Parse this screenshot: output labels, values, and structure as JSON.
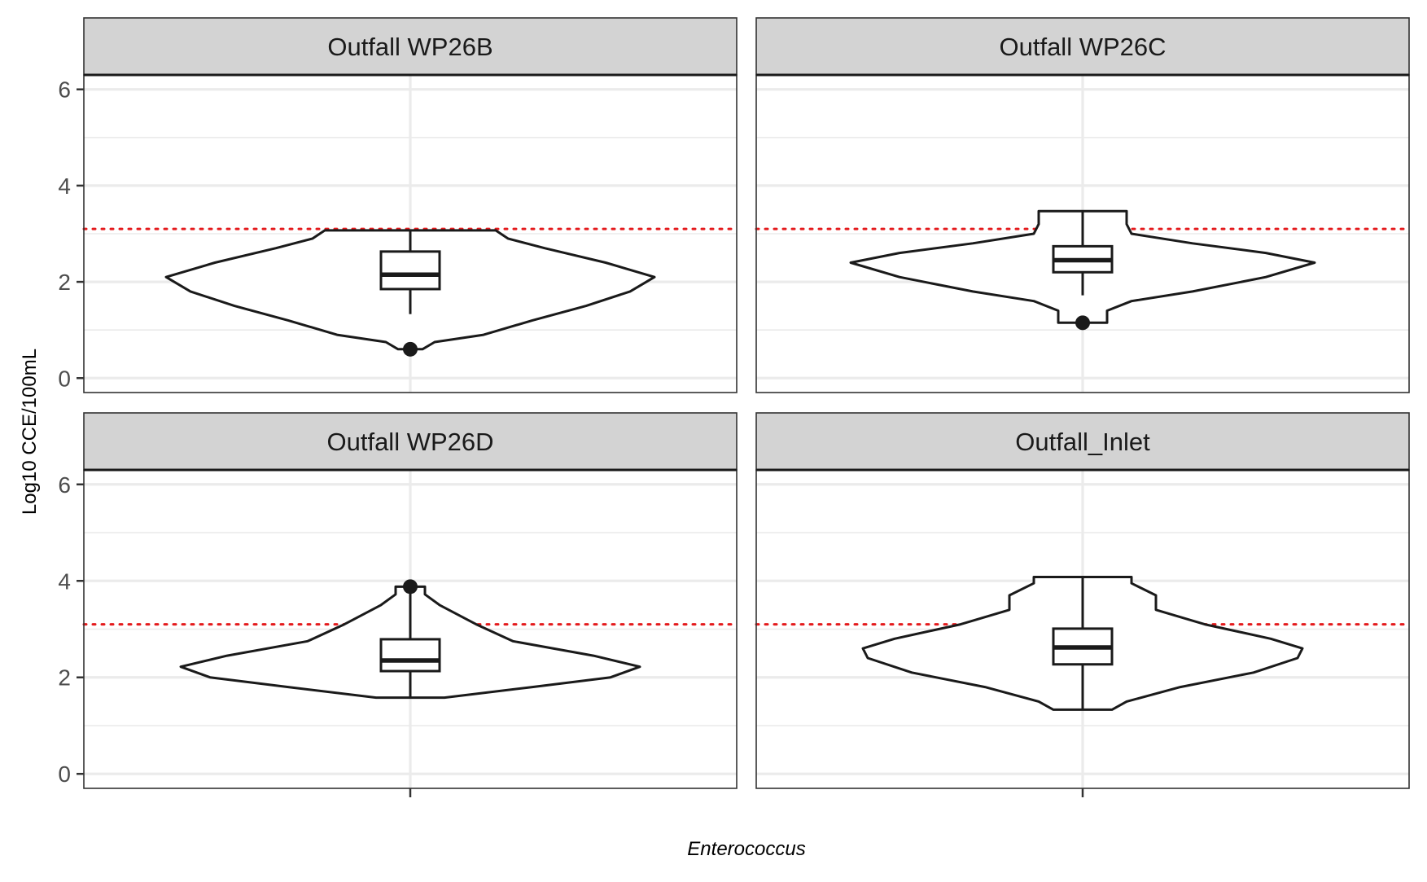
{
  "chart_data": {
    "type": "violin",
    "xlabel": "Enterococcus",
    "ylabel": "Log10 CCE/100mL",
    "ylim": [
      -0.3,
      6.3
    ],
    "yticks": [
      0,
      2,
      4,
      6
    ],
    "ytick_labels": [
      "0",
      "2",
      "4",
      "6"
    ],
    "grid": true,
    "reference_line": {
      "y": 3.1,
      "color": "#e41a1c",
      "style": "dotted"
    },
    "colors": {
      "outline": "#1a1a1a",
      "strip_fill": "#d3d3d3",
      "grid": "#ebebeb",
      "fill": "#ffffff"
    },
    "panels": [
      {
        "label": "Outfall WP26B",
        "box": {
          "whisker_low": 1.33,
          "q1": 1.85,
          "median": 2.15,
          "q3": 2.63,
          "whisker_high": 3.07
        },
        "outliers": [
          0.6
        ],
        "violin": {
          "ymin": 0.6,
          "ymax": 3.07,
          "profile": [
            [
              0.6,
              0.05
            ],
            [
              0.75,
              0.1
            ],
            [
              0.9,
              0.3
            ],
            [
              1.2,
              0.5
            ],
            [
              1.5,
              0.72
            ],
            [
              1.8,
              0.9
            ],
            [
              2.1,
              1.0
            ],
            [
              2.4,
              0.8
            ],
            [
              2.7,
              0.55
            ],
            [
              2.9,
              0.4
            ],
            [
              3.07,
              0.35
            ]
          ]
        }
      },
      {
        "label": "Outfall WP26C",
        "box": {
          "whisker_low": 1.72,
          "q1": 2.2,
          "median": 2.45,
          "q3": 2.74,
          "whisker_high": 3.47
        },
        "outliers": [
          1.15
        ],
        "violin": {
          "ymin": 1.15,
          "ymax": 3.47,
          "profile": [
            [
              1.15,
              0.1
            ],
            [
              1.25,
              0.1
            ],
            [
              1.4,
              0.1
            ],
            [
              1.6,
              0.2
            ],
            [
              1.8,
              0.45
            ],
            [
              2.1,
              0.75
            ],
            [
              2.4,
              0.95
            ],
            [
              2.6,
              0.75
            ],
            [
              2.8,
              0.45
            ],
            [
              3.0,
              0.2
            ],
            [
              3.2,
              0.18
            ],
            [
              3.47,
              0.18
            ]
          ]
        }
      },
      {
        "label": "Outfall WP26D",
        "box": {
          "whisker_low": 1.58,
          "q1": 2.13,
          "median": 2.35,
          "q3": 2.79,
          "whisker_high": 3.88
        },
        "outliers": [
          3.88
        ],
        "violin": {
          "ymin": 1.58,
          "ymax": 3.88,
          "profile": [
            [
              1.58,
              0.14
            ],
            [
              1.8,
              0.5
            ],
            [
              2.0,
              0.82
            ],
            [
              2.22,
              0.94
            ],
            [
              2.45,
              0.75
            ],
            [
              2.75,
              0.42
            ],
            [
              3.1,
              0.27
            ],
            [
              3.5,
              0.12
            ],
            [
              3.72,
              0.06
            ],
            [
              3.88,
              0.06
            ]
          ]
        }
      },
      {
        "label": "Outfall_Inlet",
        "box": {
          "whisker_low": 1.33,
          "q1": 2.27,
          "median": 2.62,
          "q3": 3.01,
          "whisker_high": 4.08
        },
        "outliers": [],
        "violin": {
          "ymin": 1.33,
          "ymax": 4.08,
          "profile": [
            [
              1.33,
              0.12
            ],
            [
              1.5,
              0.18
            ],
            [
              1.8,
              0.4
            ],
            [
              2.1,
              0.7
            ],
            [
              2.4,
              0.88
            ],
            [
              2.6,
              0.9
            ],
            [
              2.8,
              0.77
            ],
            [
              3.1,
              0.5
            ],
            [
              3.4,
              0.3
            ],
            [
              3.7,
              0.3
            ],
            [
              3.95,
              0.2
            ],
            [
              4.08,
              0.2
            ]
          ]
        }
      }
    ]
  }
}
